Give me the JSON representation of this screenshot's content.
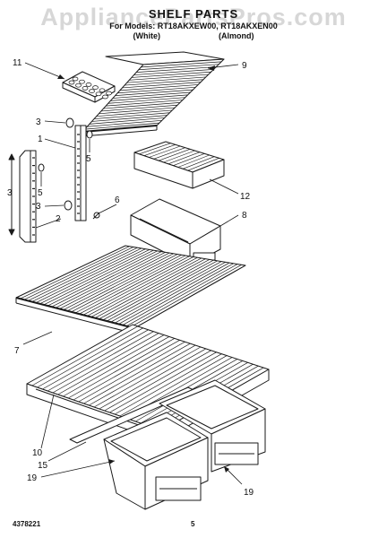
{
  "header": {
    "title": "SHELF PARTS",
    "subtitle": "For Models: RT18AKXEW00, RT18AKXEN00",
    "variant_white": "(White)",
    "variant_almond": "(Almond)"
  },
  "watermark": "AppliancePartsPros.com",
  "footer": {
    "doc_number": "4378221",
    "page_number": "5"
  },
  "callouts": [
    {
      "id": "11"
    },
    {
      "id": "9"
    },
    {
      "id": "3"
    },
    {
      "id": "1"
    },
    {
      "id": "5"
    },
    {
      "id": "3"
    },
    {
      "id": "5"
    },
    {
      "id": "6"
    },
    {
      "id": "3"
    },
    {
      "id": "2"
    },
    {
      "id": "12"
    },
    {
      "id": "8"
    },
    {
      "id": "7"
    },
    {
      "id": "10"
    },
    {
      "id": "15"
    },
    {
      "id": "19"
    },
    {
      "id": "19"
    }
  ],
  "colors": {
    "line": "#1a1a1a",
    "accent_watermark": "#a0a0a0"
  }
}
